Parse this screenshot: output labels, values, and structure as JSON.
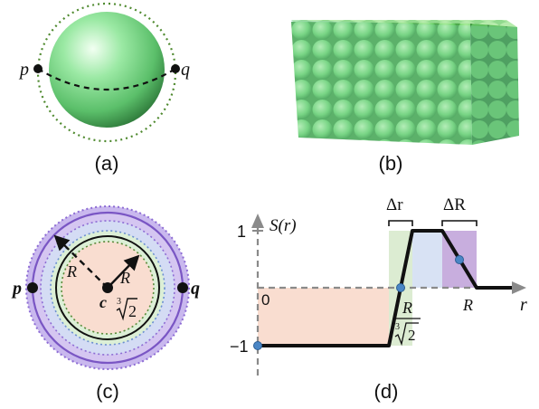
{
  "panel_a": {
    "caption": "(a)",
    "point_p": "p",
    "point_q": "q"
  },
  "panel_b": {
    "caption": "(b)"
  },
  "panel_c": {
    "caption": "(c)",
    "point_p": "p",
    "point_q": "q",
    "big_radius": "R",
    "small_radius": "R",
    "center": "c",
    "cbrt_index": "3",
    "cbrt_radicand": "2"
  },
  "panel_d": {
    "caption": "(d)",
    "y_axis_label": "S(r)",
    "x_axis_label": "r",
    "tick_y_pos": "1",
    "tick_y_neg": "−1",
    "origin": "0",
    "delta_r": "Δr",
    "delta_R": "ΔR",
    "label_R_over_cbrt2": "R",
    "label_R": "R",
    "cbrt_index": "3",
    "cbrt_radicand": "2"
  },
  "colors": {
    "sphere_green": "#7ee08a",
    "dotted_green": "#4f8a2f",
    "ring_purple": "#8d6cd4",
    "ring_lilac": "#c9b8ee",
    "ring_blue": "#c8d6f2",
    "ring_mint": "#dcefd6",
    "core_peach": "#f9ddd0",
    "band_green": "#dcecd2",
    "band_blue": "#d8e2f4",
    "band_purple": "#c8aede",
    "marker_blue": "#4a86c5"
  }
}
